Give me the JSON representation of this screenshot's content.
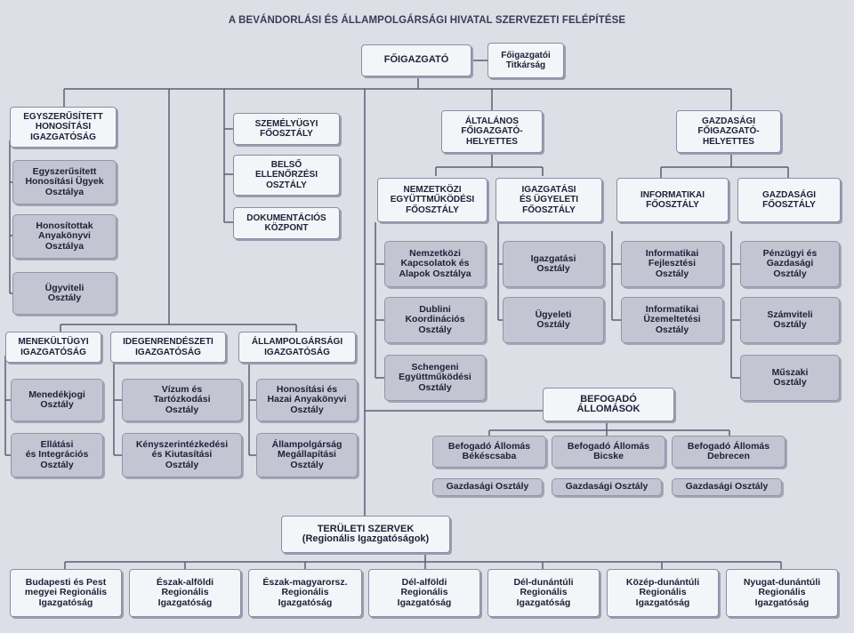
{
  "title": "A BEVÁNDORLÁSI ÉS ÁLLAMPOLGÁRSÁGI HIVATAL SZERVEZETI FELÉPÍTÉSE",
  "nodes": {
    "fo": "FŐIGAZGATÓ",
    "titk": "Főigazgatói\nTitkárság",
    "egysz": "EGYSZERŰSÍTETT\nHONOSÍTÁSI\nIGAZGATÓSÁG",
    "egysz1": "Egyszerűsített\nHonosítási Ügyek\nOsztálya",
    "egysz2": "Honosítottak\nAnyakönyvi\nOsztálya",
    "egysz3": "Ügyviteli\nOsztály",
    "szem": "SZEMÉLYÜGYI\nFŐOSZTÁLY",
    "belso": "BELSŐ\nELLENŐRZÉSI\nOSZTÁLY",
    "dok": "DOKUMENTÁCIÓS\nKÖZPONT",
    "alt": "ÁLTALÁNOS\nFŐIGAZGATÓ-\nHELYETTES",
    "gazdh": "GAZDASÁGI\nFŐIGAZGATÓ-\nHELYETTES",
    "nemz": "NEMZETKÖZI\nEGYÜTTMŰKÖDÉSI\nFŐOSZTÁLY",
    "igaz": "IGAZGATÁSI\nÉS ÜGYELETI\nFŐOSZTÁLY",
    "info": "INFORMATIKAI\nFŐOSZTÁLY",
    "gazdf": "GAZDASÁGI\nFŐOSZTÁLY",
    "nemz1": "Nemzetközi\nKapcsolatok és\nAlapok Osztálya",
    "nemz2": "Dublini\nKoordinációs\nOsztály",
    "nemz3": "Schengeni\nEgyüttműködési\nOsztály",
    "igaz1": "Igazgatási\nOsztály",
    "igaz2": "Ügyeleti\nOsztály",
    "info1": "Informatikai\nFejlesztési\nOsztály",
    "info2": "Informatikai\nÜzemeltetési\nOsztály",
    "gazd1": "Pénzügyi és\nGazdasági\nOsztály",
    "gazd2": "Számviteli\nOsztály",
    "gazd3": "Műszaki\nOsztály",
    "men": "MENEKÜLTÜGYI\nIGAZGATÓSÁG",
    "men1": "Menedékjogi\nOsztály",
    "men2": "Ellátási\nés Integrációs\nOsztály",
    "ide": "IDEGENRENDÉSZETI\nIGAZGATÓSÁG",
    "ide1": "Vízum és\nTartózkodási\nOsztály",
    "ide2": "Kényszerintézkedési\nés Kiutasítási\nOsztály",
    "all": "ÁLLAMPOLGÁRSÁGI\nIGAZGATÓSÁG",
    "all1": "Honosítási és\nHazai Anyakönyvi\nOsztály",
    "all2": "Állampolgárság\nMegállapítási\nOsztály",
    "bef": "BEFOGADÓ\nÁLLOMÁSOK",
    "bef1": "Befogadó Állomás\nBékéscsaba",
    "bef2": "Befogadó Állomás\nBicske",
    "bef3": "Befogadó Állomás\nDebrecen",
    "bef1g": "Gazdasági Osztály",
    "bef2g": "Gazdasági Osztály",
    "bef3g": "Gazdasági Osztály",
    "ter": "TERÜLETI SZERVEK\n(Regionális Igazgatóságok)",
    "r1": "Budapesti és Pest\nmegyei Regionális\nIgazgatóság",
    "r2": "Észak-alföldi\nRegionális\nIgazgatóság",
    "r3": "Észak-magyarorsz.\nRegionális\nIgazgatóság",
    "r4": "Dél-alföldi\nRegionális\nIgazgatóság",
    "r5": "Dél-dunántúli\nRegionális\nIgazgatóság",
    "r6": "Közép-dunántúli\nRegionális\nIgazgatóság",
    "r7": "Nyugat-dunántúli\nRegionális\nIgazgatóság"
  }
}
